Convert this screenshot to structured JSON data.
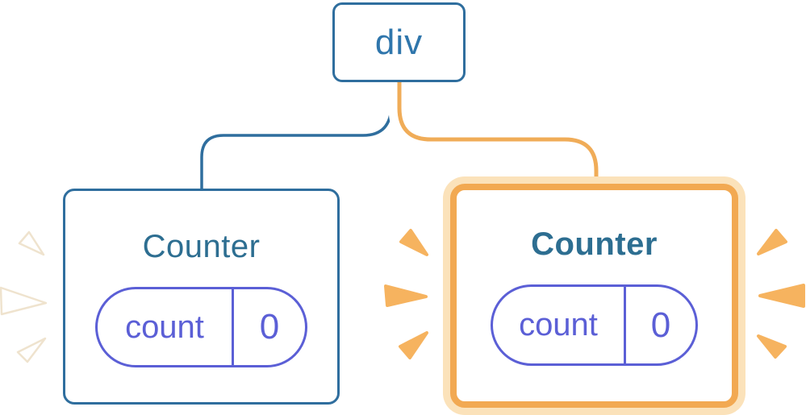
{
  "diagram": {
    "description": "React component tree with state",
    "root": {
      "label": "div"
    },
    "children": [
      {
        "title": "Counter",
        "state_key": "count",
        "state_value": "0",
        "highlighted": false
      },
      {
        "title": "Counter",
        "state_key": "count",
        "state_value": "0",
        "highlighted": true
      }
    ]
  },
  "colors": {
    "box_border_blue": "#2F6E9E",
    "root_label_blue": "#2F76AC",
    "counter_title_blue": "#2D6E91",
    "pill_purple": "#5B5FD6",
    "highlight_orange": "#F2A952",
    "highlight_outer_ring": "#FBE2BA",
    "connector_core_orange": "#F0AC58",
    "connector_casing": "#FFFFFF",
    "sparkle_orange": "#F6B35F",
    "sparkle_white": "#FFFFFF",
    "sparkle_white_edge": "#EFE3CE"
  }
}
